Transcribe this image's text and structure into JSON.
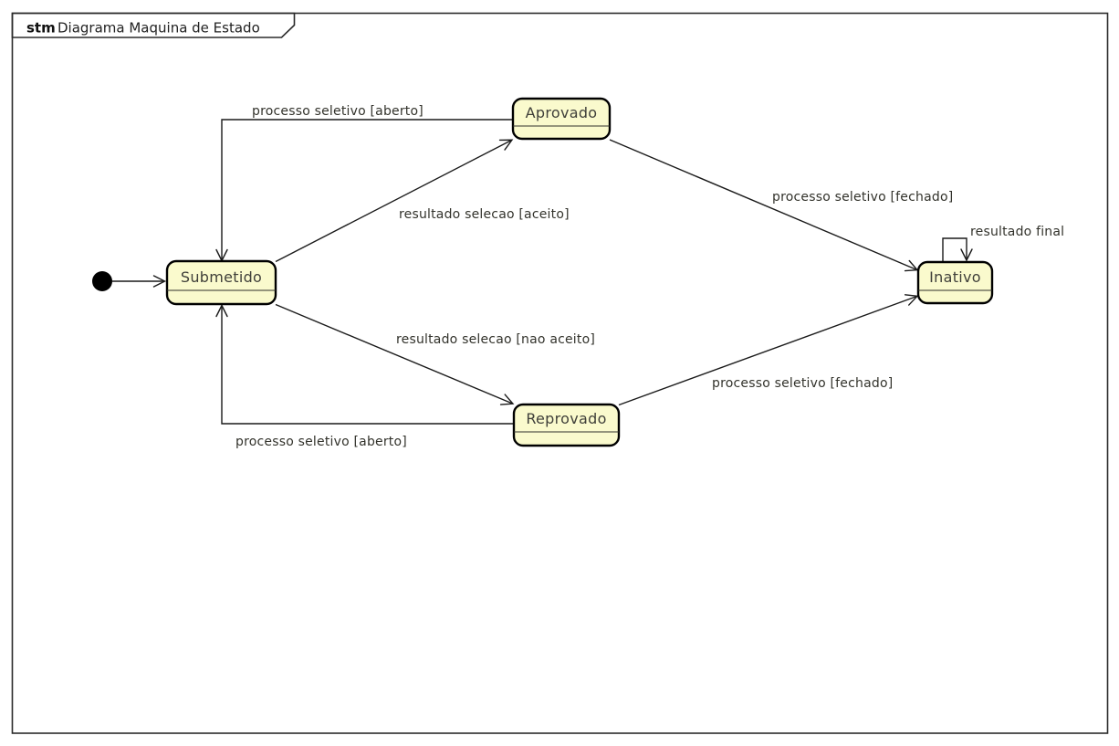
{
  "frame": {
    "keyword": "stm",
    "title": "Diagrama Maquina de Estado"
  },
  "colors": {
    "state_fill": "#FAFACD",
    "state_border": "#000000",
    "edge_line": "#1a1a1a",
    "label_text": "#33332c",
    "background": "#ffffff",
    "initial_node": "#000000"
  },
  "initial_state": {
    "kind": "initial-pseudostate"
  },
  "states": [
    {
      "label": "Submetido"
    },
    {
      "label": "Aprovado"
    },
    {
      "label": "Reprovado"
    },
    {
      "label": "Inativo"
    }
  ],
  "transitions": [
    {
      "from": "initial",
      "to": "Submetido",
      "label": ""
    },
    {
      "from": "Submetido",
      "to": "Aprovado",
      "label": "resultado selecao [aceito]"
    },
    {
      "from": "Aprovado",
      "to": "Submetido",
      "label": "processo seletivo [aberto]"
    },
    {
      "from": "Aprovado",
      "to": "Inativo",
      "label": "processo seletivo [fechado]"
    },
    {
      "from": "Submetido",
      "to": "Reprovado",
      "label": "resultado selecao [nao aceito]"
    },
    {
      "from": "Reprovado",
      "to": "Inativo",
      "label": "processo seletivo [fechado]"
    },
    {
      "from": "Reprovado",
      "to": "Submetido",
      "label": "processo seletivo [aberto]"
    },
    {
      "from": "Inativo",
      "to": "Inativo",
      "label": "resultado final"
    }
  ]
}
